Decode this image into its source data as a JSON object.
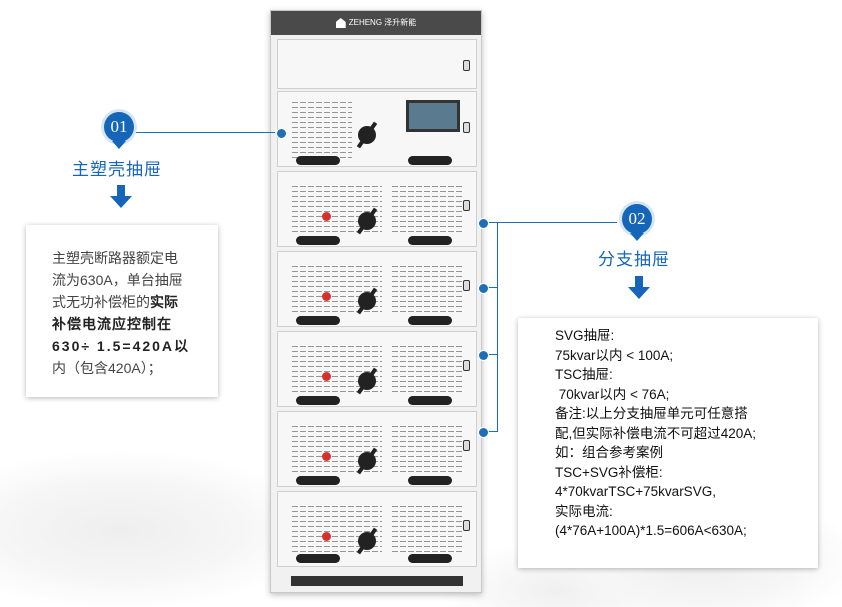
{
  "logo": {
    "text": "ZEHENG 泽升新能"
  },
  "callout1": {
    "badge": "01",
    "title": "主塑壳抽屉",
    "desc_lines": [
      "主塑壳断路器额定电",
      "流为630A，单台抽屉",
      "式无功补偿柜的"
    ],
    "desc_bold_inline": "实际",
    "desc_bold_lines": [
      "补偿电流应控制在",
      "630÷ 1.5=420A以"
    ],
    "desc_tail": "内（包含420A）；"
  },
  "callout2": {
    "badge": "02",
    "title": "分支抽屉",
    "lines": [
      "SVG抽屉:",
      "75kvar以内 < 100A;",
      "TSC抽屉:",
      " 70kvar以内 < 76A;",
      "备注:以上分支抽屉单元可任意搭",
      "配,但实际补偿电流不可超过420A;",
      "如：组合参考案例",
      "TSC+SVG补偿柜:",
      "4*70kvarTSC+75kvarSVG,",
      "实际电流:",
      "(4*76A+100A)*1.5=606A<630A;"
    ]
  },
  "colors": {
    "accent": "#1565b8",
    "line": "#1e6fb8",
    "red_button": "#d8312b"
  },
  "icons": [
    "down-arrow-icon",
    "house-logo-icon"
  ]
}
